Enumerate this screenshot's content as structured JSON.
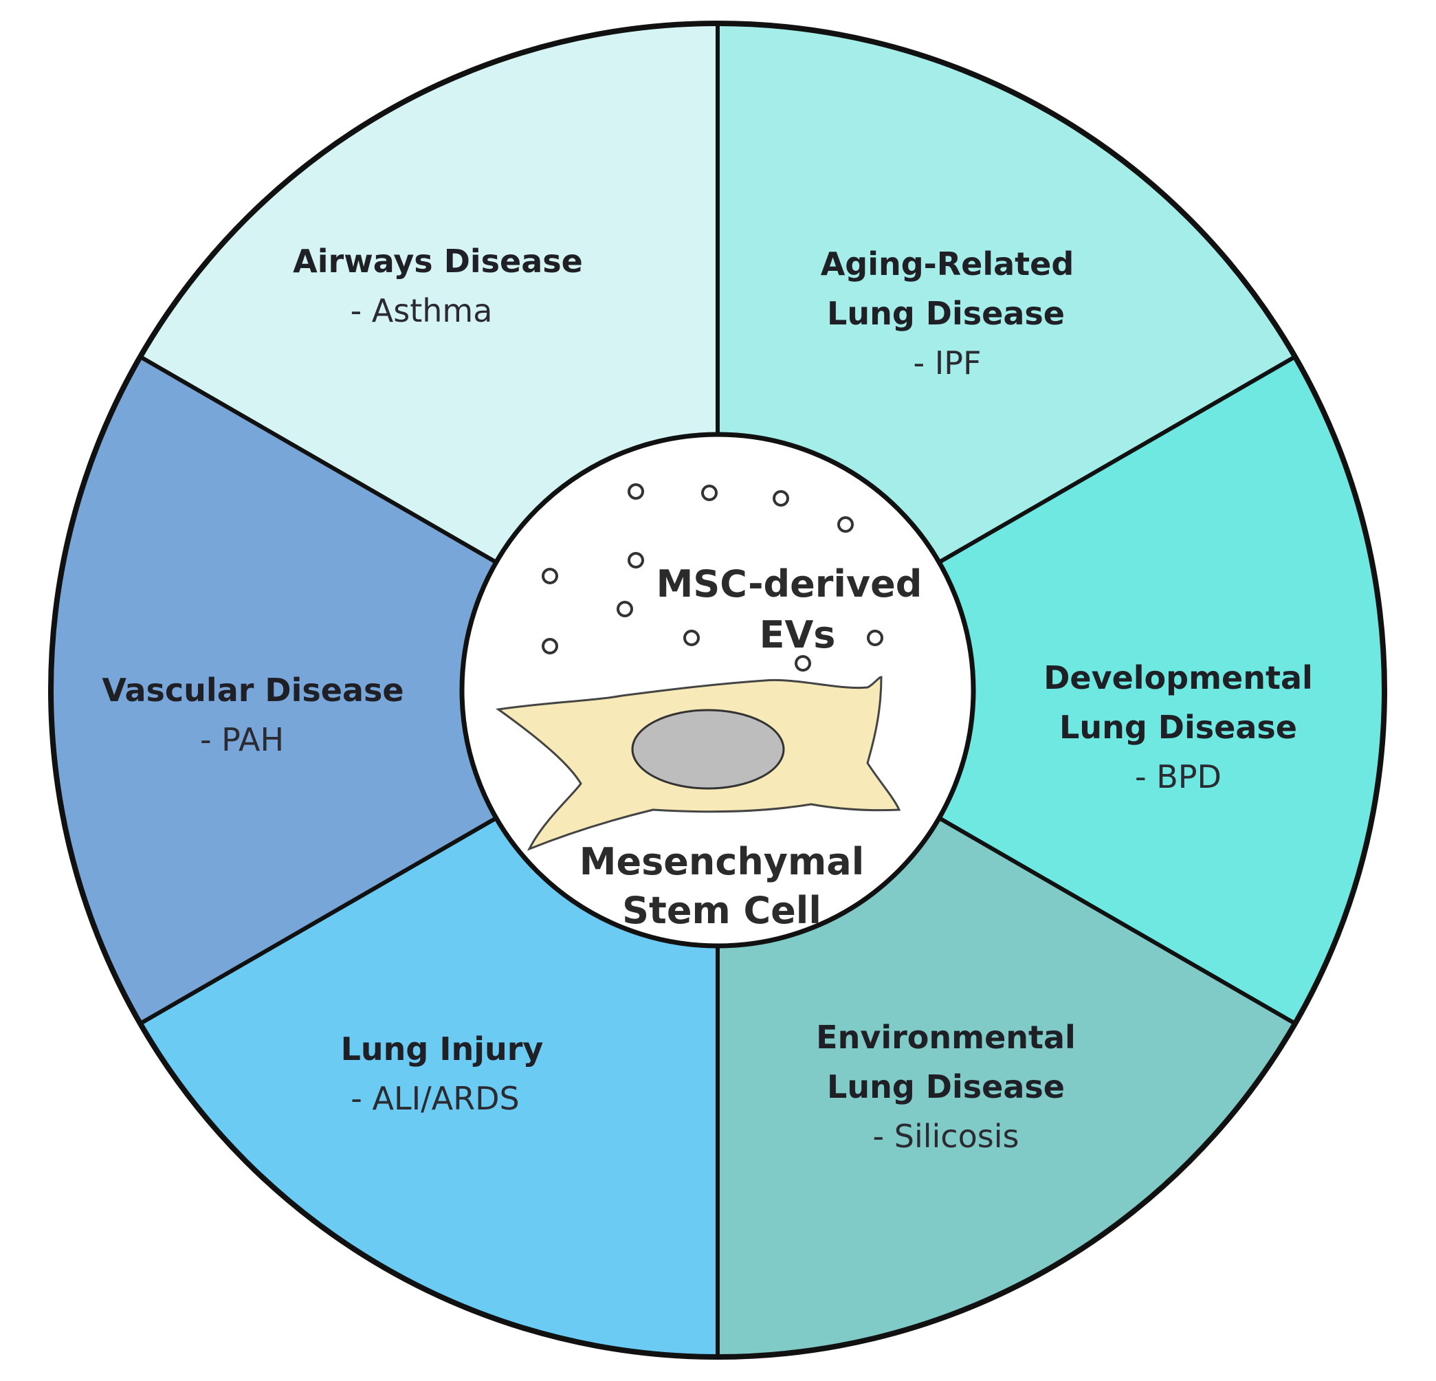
{
  "center": {
    "ev_line1": "MSC-derived",
    "ev_line2": "EVs",
    "cell_line1": "Mesenchymal",
    "cell_line2": "Stem Cell"
  },
  "segments": [
    {
      "id": "airways",
      "title": [
        "Airways Disease"
      ],
      "subtitle": "- Asthma",
      "color": "#d6f4f4"
    },
    {
      "id": "aging",
      "title": [
        "Aging-Related",
        "Lung Disease"
      ],
      "subtitle": "- IPF",
      "color": "#a4ede8"
    },
    {
      "id": "developmental",
      "title": [
        "Developmental",
        "Lung Disease"
      ],
      "subtitle": "- BPD",
      "color": "#6ee8e0"
    },
    {
      "id": "environmental",
      "title": [
        "Environmental",
        "Lung Disease"
      ],
      "subtitle": "- Silicosis",
      "color": "#80cac7"
    },
    {
      "id": "injury",
      "title": [
        "Lung Injury"
      ],
      "subtitle": "- ALI/ARDS",
      "color": "#6ccbf3"
    },
    {
      "id": "vascular",
      "title": [
        "Vascular Disease"
      ],
      "subtitle": "- PAH",
      "color": "#79a6d9"
    }
  ],
  "colors": {
    "outline": "#111111",
    "cell_body": "#f8e9b8",
    "nucleus": "#bdbdbd",
    "center_bg": "#ffffff"
  }
}
